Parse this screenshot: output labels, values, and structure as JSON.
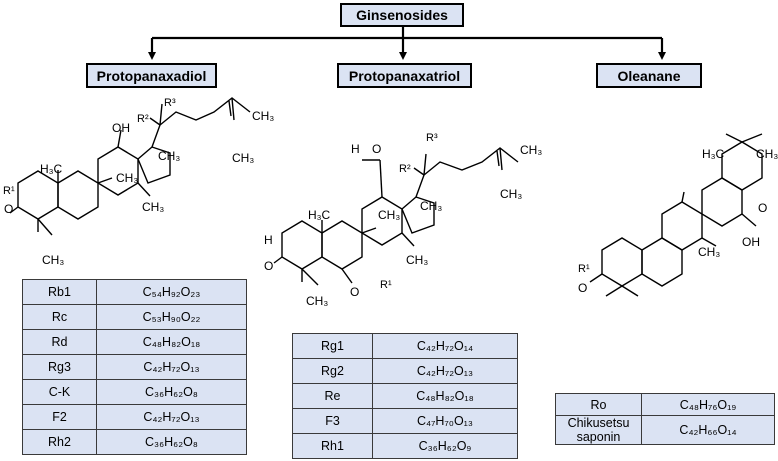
{
  "title": "Ginsenosides",
  "groups": [
    {
      "label": "Protopanaxadiol"
    },
    {
      "label": "Protopanaxatriol"
    },
    {
      "label": "Oleanane"
    }
  ],
  "tables": {
    "ppd": [
      {
        "name": "Rb1",
        "formula": "C₅₄H₉₂O₂₃"
      },
      {
        "name": "Rc",
        "formula": "C₅₃H₉₀O₂₂"
      },
      {
        "name": "Rd",
        "formula": "C₄₈H₈₂O₁₈"
      },
      {
        "name": "Rg3",
        "formula": "C₄₂H₇₂O₁₃"
      },
      {
        "name": "C-K",
        "formula": "C₃₆H₆₂O₈"
      },
      {
        "name": "F2",
        "formula": "C₄₂H₇₂O₁₃"
      },
      {
        "name": "Rh2",
        "formula": "C₃₆H₆₂O₈"
      }
    ],
    "ppt": [
      {
        "name": "Rg1",
        "formula": "C₄₂H₇₂O₁₄"
      },
      {
        "name": "Rg2",
        "formula": "C₄₂H₇₂O₁₃"
      },
      {
        "name": "Re",
        "formula": "C₄₈H₈₂O₁₈"
      },
      {
        "name": "F3",
        "formula": "C₄₇H₇₀O₁₃"
      },
      {
        "name": "Rh1",
        "formula": "C₃₆H₆₂O₉"
      }
    ],
    "ole": [
      {
        "name": "Ro",
        "formula": "C₄₈H₇₆O₁₉"
      },
      {
        "name": "Chikusetsu saponin",
        "formula": "C₄₂H₆₆O₁₄"
      }
    ]
  },
  "structure_labels": {
    "oh": "OH",
    "o": "O",
    "h": "H",
    "ch3": "CH₃",
    "h3c": "H₃C",
    "r1": "R¹",
    "r2": "R²",
    "r3": "R³"
  },
  "colors": {
    "box_fill": "#dbe3f3",
    "border": "#000000"
  }
}
